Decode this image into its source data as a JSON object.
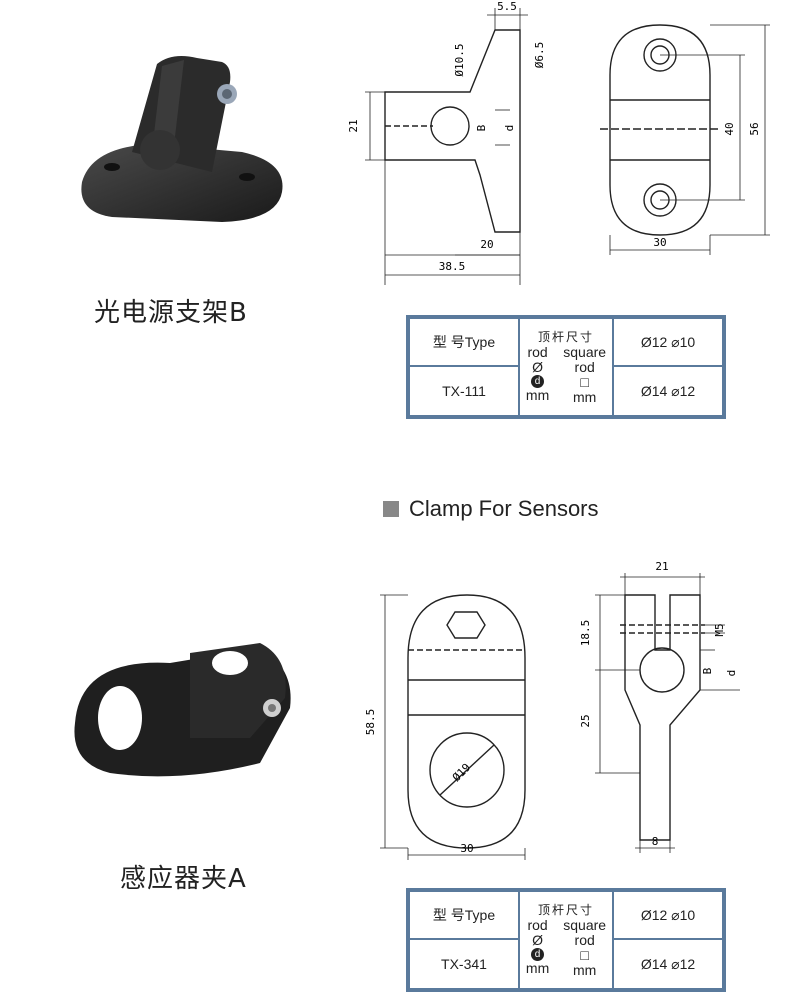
{
  "products": [
    {
      "caption": "光电源支架B",
      "model": "TX-111",
      "header_type": "型 号Type",
      "header_size": "顶杆尺寸",
      "rod_label": "rod",
      "square_label": "square",
      "rod2_label": "rod",
      "mm_label": "mm",
      "sizes_row1": "Ø12 ⌀10",
      "sizes_row2": "Ø14 ⌀12",
      "dims": {
        "d1": "5.5",
        "d2": "Ø10.5",
        "d3": "Ø6.5",
        "d4": "21",
        "d5": "B",
        "d6": "d",
        "d7": "20",
        "d8": "38.5",
        "d9": "40",
        "d10": "56",
        "d11": "30"
      }
    },
    {
      "caption": "感应器夹A",
      "model": "TX-341",
      "header_type": "型 号Type",
      "header_size": "顶杆尺寸",
      "rod_label": "rod",
      "square_label": "square",
      "rod2_label": "rod",
      "mm_label": "mm",
      "sizes_row1": "Ø12 ⌀10",
      "sizes_row2": "Ø14 ⌀12",
      "dims": {
        "d1": "58.5",
        "d2": "Ø19",
        "d3": "30",
        "d4": "21",
        "d5": "18.5",
        "d6": "M5",
        "d7": "B",
        "d8": "d",
        "d9": "25",
        "d10": "8"
      }
    }
  ],
  "section_title": "Clamp For Sensors",
  "symbols": {
    "phi": "Ø",
    "square": "□",
    "d_badge": "d"
  },
  "colors": {
    "table_border": "#5a7a9c",
    "bracket": "#2a2a2a",
    "section_square": "#888888"
  }
}
